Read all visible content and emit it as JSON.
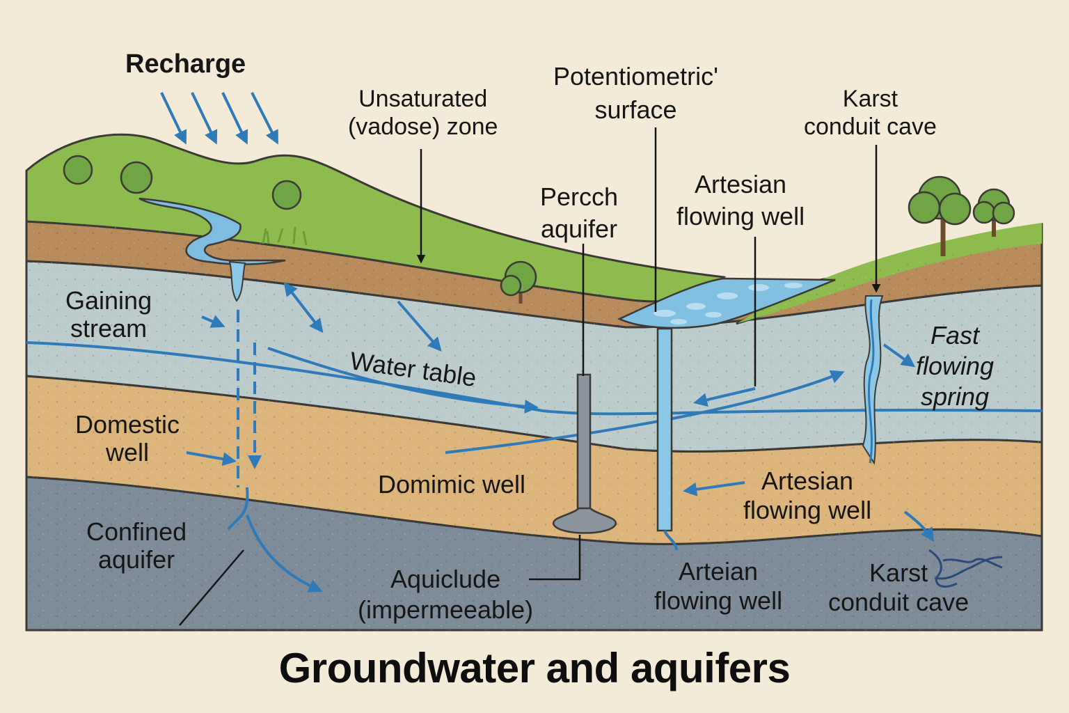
{
  "title": "Groundwater and aquifers",
  "labels": {
    "recharge": [
      "Recharge"
    ],
    "unsaturated_zone": [
      "Unsaturated",
      "(vadose) zone"
    ],
    "potentiometric_surface": [
      "Potentiometric'",
      "surface"
    ],
    "karst_top": [
      "Karst",
      "conduit cave"
    ],
    "perch_aquifer": [
      "Percch",
      "aquifer"
    ],
    "artesian_top": [
      "Artesian",
      "flowing well"
    ],
    "gaining_stream": [
      "Gaining",
      "stream"
    ],
    "water_table": [
      "Water table"
    ],
    "fast_spring": [
      "Fast",
      "flowing",
      "spring"
    ],
    "domestic_well": [
      "Domestic",
      "well"
    ],
    "domimic_well": [
      "Domimic well"
    ],
    "artesian_mid": [
      "Artesian",
      "flowing well"
    ],
    "confined_aquifer": [
      "Confined",
      "aquifer"
    ],
    "aquiclude": [
      "Aquiclude",
      "(impermeeable)"
    ],
    "artesian_bottom": [
      "Arteian",
      "flowing well"
    ],
    "karst_bottom": [
      "Karst",
      "conduit cave"
    ]
  },
  "colors": {
    "background": "#f3ead8",
    "grass": "#8dbb4e",
    "soil": "#b88b5c",
    "unconfined_aquifer": "#bccbcc",
    "sand_layer": "#dcb57c",
    "bedrock": "#7e8c9a",
    "water": "#7fbde0",
    "flow_arrow": "#2f7ab8"
  }
}
